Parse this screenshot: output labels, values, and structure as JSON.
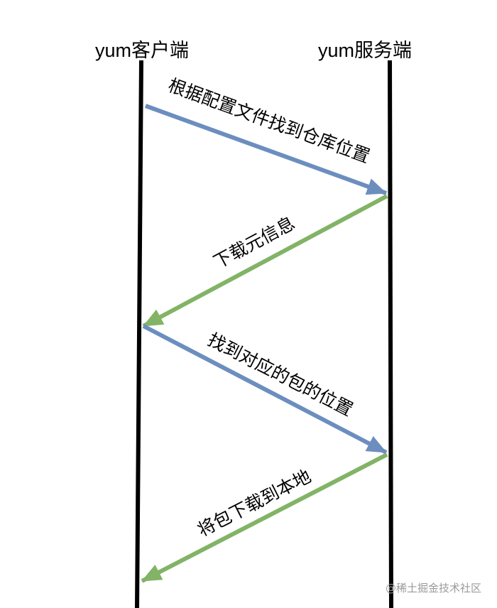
{
  "actors": {
    "client": "yum客户端",
    "server": "yum服务端"
  },
  "messages": [
    {
      "label": "根据配置文件找到仓库位置",
      "from": "client",
      "to": "server",
      "color": "#6c8ebf"
    },
    {
      "label": "下载元信息",
      "from": "server",
      "to": "client",
      "color": "#82b366"
    },
    {
      "label": "找到对应的包的位置",
      "from": "client",
      "to": "server",
      "color": "#6c8ebf"
    },
    {
      "label": "将包下载到本地",
      "from": "server",
      "to": "client",
      "color": "#82b366"
    }
  ],
  "watermark": "@稀土掘金技术社区"
}
